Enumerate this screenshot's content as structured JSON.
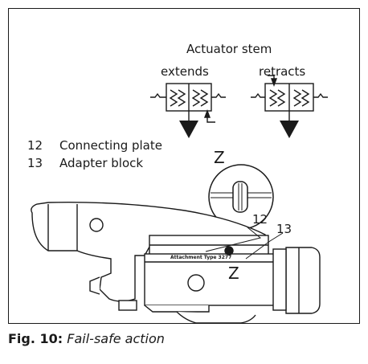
{
  "diagram": {
    "header": "Actuator stem",
    "left_symbol_label": "extends",
    "right_symbol_label": "retracts",
    "legend": [
      {
        "number": "12",
        "text": "Connecting plate"
      },
      {
        "number": "13",
        "text": "Adapter block"
      }
    ],
    "detail_letter": "Z",
    "callout_12": "12",
    "callout_13": "13",
    "view_letter": "Z",
    "plate_text": "Attachment Type 3277"
  },
  "caption": {
    "figure": "Fig. 10:",
    "title": "Fail-safe action"
  }
}
